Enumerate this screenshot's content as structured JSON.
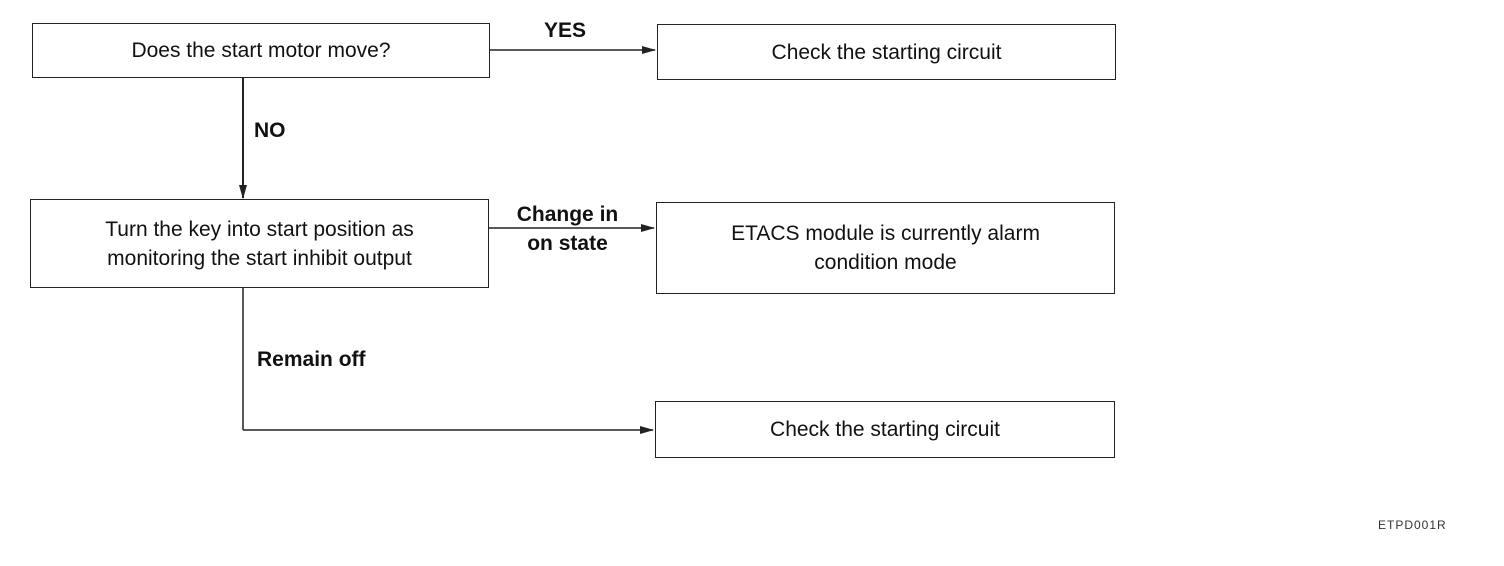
{
  "nodes": {
    "q1": {
      "text": "Does the start motor move?"
    },
    "r1": {
      "text": "Check the starting circuit"
    },
    "q2": {
      "text": "Turn the key into start position as\nmonitoring the start inhibit output"
    },
    "r2": {
      "text": "ETACS module is currently alarm\ncondition mode"
    },
    "r3": {
      "text": "Check the starting circuit"
    }
  },
  "edges": {
    "yes": {
      "label": "YES"
    },
    "no": {
      "label": "NO"
    },
    "change": {
      "label": "Change in\non state"
    },
    "remain": {
      "label": "Remain off"
    }
  },
  "figure_code": "ETPD001R",
  "colors": {
    "line": "#222222",
    "background": "#ffffff"
  }
}
